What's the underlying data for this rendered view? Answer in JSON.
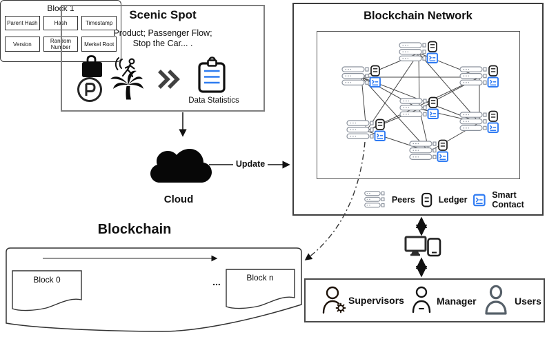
{
  "scenic_spot": {
    "title": "Scenic Spot",
    "description_line1": "Product; Passenger Flow;",
    "description_line2": "Stop the Car... .",
    "data_statistics_label": "Data Statistics"
  },
  "cloud": {
    "label": "Cloud"
  },
  "flow": {
    "update_label": "Update"
  },
  "blockchain_network": {
    "title": "Blockchain Network",
    "legend": {
      "peers": "Peers",
      "ledger": "Ledger",
      "smart_contact": "Smart Contact"
    }
  },
  "blockchain": {
    "title": "Blockchain",
    "block0_label": "Block 0",
    "block1": {
      "title": "Block 1",
      "fields": [
        "Parent Hash",
        "Hash",
        "Timestamp",
        "Version",
        "Random Number",
        "Merkel Root"
      ]
    },
    "ellipsis": "...",
    "blockn_label": "Block n"
  },
  "actors": {
    "supervisors": "Supervisors",
    "manager": "Manager",
    "users": "Users"
  },
  "colors": {
    "accent_blue": "#2f7bf3",
    "peer_gray": "#8a919c",
    "users_gray": "#566069"
  }
}
